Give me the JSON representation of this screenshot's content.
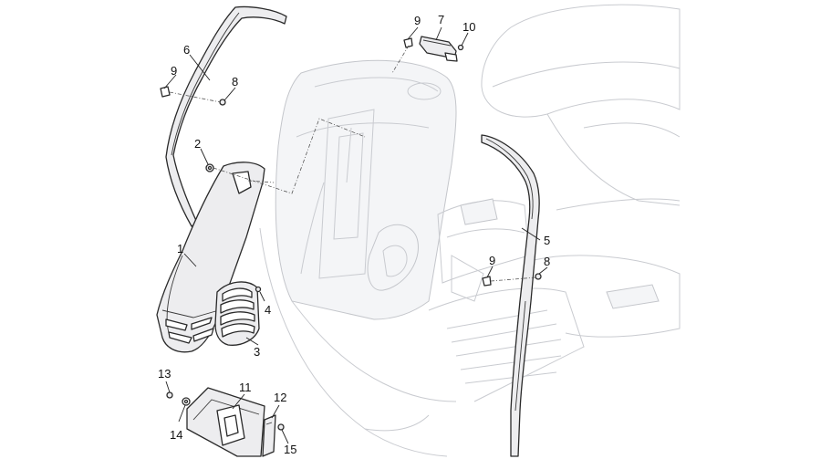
{
  "diagram": {
    "callouts": [
      {
        "id": "c1",
        "text": "1"
      },
      {
        "id": "c2",
        "text": "2"
      },
      {
        "id": "c3",
        "text": "3"
      },
      {
        "id": "c4",
        "text": "4"
      },
      {
        "id": "c5",
        "text": "5"
      },
      {
        "id": "c6",
        "text": "6"
      },
      {
        "id": "c7",
        "text": "7"
      },
      {
        "id": "c8a",
        "text": "8"
      },
      {
        "id": "c8b",
        "text": "8"
      },
      {
        "id": "c9a",
        "text": "9"
      },
      {
        "id": "c9b",
        "text": "9"
      },
      {
        "id": "c9c",
        "text": "9"
      },
      {
        "id": "c10",
        "text": "10"
      },
      {
        "id": "c11",
        "text": "11"
      },
      {
        "id": "c12",
        "text": "12"
      },
      {
        "id": "c13",
        "text": "13"
      },
      {
        "id": "c14",
        "text": "14"
      },
      {
        "id": "c15",
        "text": "15"
      }
    ]
  }
}
